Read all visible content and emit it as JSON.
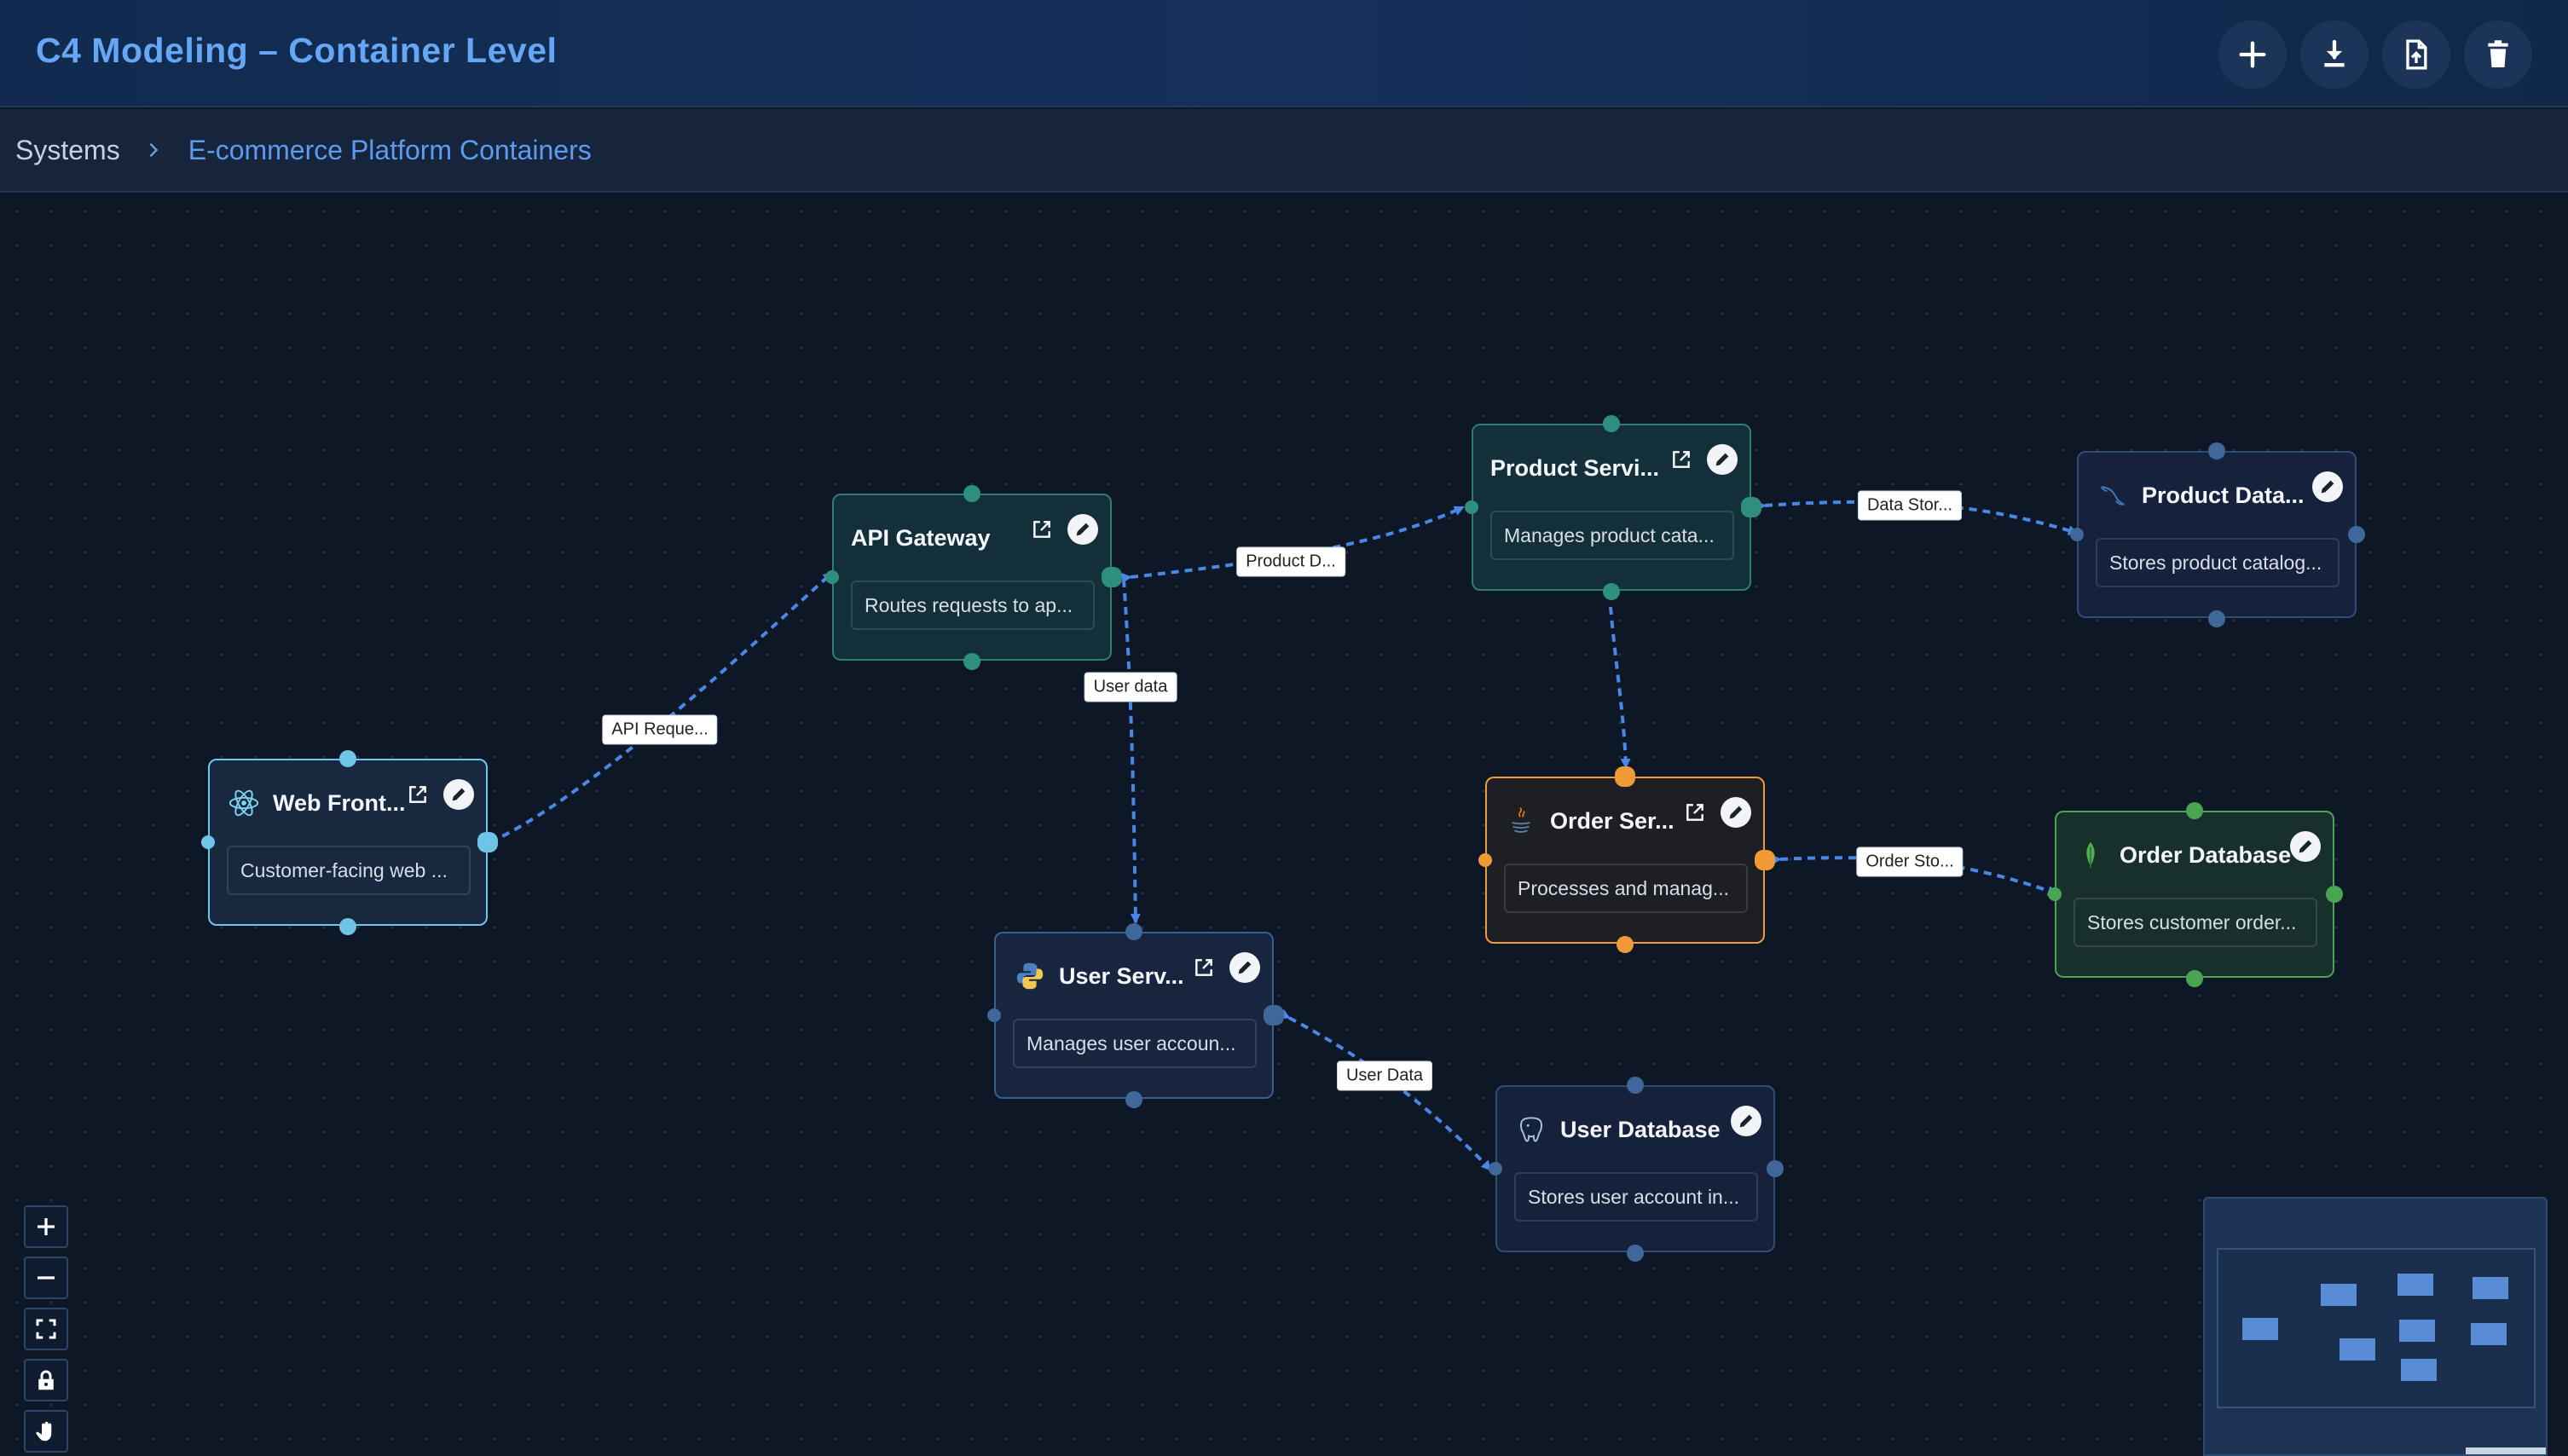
{
  "header": {
    "title": "C4 Modeling – Container Level",
    "actions": [
      {
        "name": "add",
        "icon": "plus-icon"
      },
      {
        "name": "download",
        "icon": "download-icon"
      },
      {
        "name": "upload",
        "icon": "file-upload-icon"
      },
      {
        "name": "delete",
        "icon": "trash-icon"
      }
    ]
  },
  "breadcrumb": {
    "root": "Systems",
    "current": "E-commerce Platform Containers"
  },
  "nodes": {
    "web_frontend": {
      "title": "Web Front...",
      "description": "Customer-facing web ...",
      "icon": "react-icon",
      "accent": "#6fc5e8"
    },
    "api_gateway": {
      "title": "API Gateway",
      "description": "Routes requests to ap...",
      "accent": "#2c7d72"
    },
    "product_service": {
      "title": "Product Servi...",
      "description": "Manages product cata...",
      "accent": "#2c7d72"
    },
    "product_database": {
      "title": "Product Data...",
      "description": "Stores product catalog...",
      "icon": "mysql-dolphin-icon",
      "accent": "#3b5e8e"
    },
    "order_service": {
      "title": "Order Ser...",
      "description": "Processes and manag...",
      "icon": "java-icon",
      "accent": "#f09a37"
    },
    "order_database": {
      "title": "Order Database",
      "description": "Stores customer order...",
      "icon": "mongodb-leaf-icon",
      "accent": "#4aa553"
    },
    "user_service": {
      "title": "User Serv...",
      "description": "Manages user accoun...",
      "icon": "python-icon",
      "accent": "#3b5e8e"
    },
    "user_database": {
      "title": "User Database",
      "description": "Stores user account in...",
      "icon": "postgresql-elephant-icon",
      "accent": "#3b5e8e"
    }
  },
  "edges": {
    "api_requests": "API Reque...",
    "product_data": "Product D...",
    "user_data_gateway": "User data",
    "data_storage": "Data Stor...",
    "order_storage": "Order Sto...",
    "user_data_db": "User Data"
  },
  "controls": [
    "zoom-in-icon",
    "zoom-out-icon",
    "fit-view-icon",
    "lock-icon",
    "hand-icon"
  ],
  "colors": {
    "edge": "#4a86e6",
    "title_accent": "#66a7f5"
  }
}
